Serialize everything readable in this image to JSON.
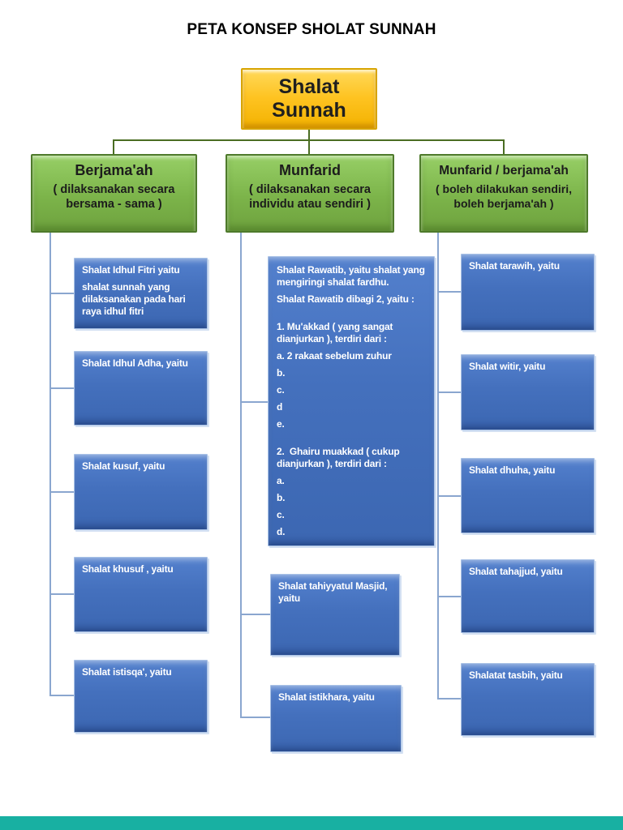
{
  "title": "PETA KONSEP SHOLAT SUNNAH",
  "colors": {
    "root_fill": "#FEC321",
    "root_border": "#D8A400",
    "branch_fill": "#7CB44A",
    "branch_border": "#4E7A2B",
    "leaf_fill": "#4472BD",
    "leaf_border": "#A9C2E6",
    "connector_green": "#4A6D22",
    "connector_blue": "#8AA6CF",
    "footer_bar": "#18B0A2",
    "text_dark": "#1C1C1C",
    "text_light": "#FFFFFF"
  },
  "root": {
    "label": "Shalat Sunnah"
  },
  "branches": [
    {
      "title": "Berjama'ah",
      "subtitle": "( dilaksanakan secara bersama - sama )"
    },
    {
      "title": "Munfarid",
      "subtitle": "( dilaksanakan secara individu atau sendiri )"
    },
    {
      "title": "Munfarid / berjama'ah",
      "subtitle": "( boleh dilakukan sendiri, boleh berjama'ah )"
    }
  ],
  "columns": [
    {
      "boxes": [
        {
          "lines": [
            "Shalat Idhul Fitri yaitu",
            "shalat sunnah yang dilaksanakan pada hari raya idhul fitri"
          ]
        },
        {
          "lines": [
            "Shalat Idhul Adha, yaitu"
          ]
        },
        {
          "lines": [
            "Shalat kusuf, yaitu"
          ]
        },
        {
          "lines": [
            "Shalat khusuf , yaitu"
          ]
        },
        {
          "lines": [
            "Shalat istisqa', yaitu"
          ]
        }
      ]
    },
    {
      "boxes": [
        {
          "lines": [
            "Shalat Rawatib, yaitu shalat yang mengiringi shalat fardhu.",
            "Shalat Rawatib dibagi 2, yaitu :",
            "",
            "1. Mu'akkad ( yang sangat dianjurkan ), terdiri dari :",
            "a. 2 rakaat sebelum zuhur",
            "b.",
            "c.",
            "d",
            "e.",
            "",
            "2.  Ghairu muakkad ( cukup dianjurkan ), terdiri dari :",
            "a.",
            "b.",
            "c.",
            "d."
          ]
        },
        {
          "lines": [
            "Shalat tahiyyatul Masjid, yaitu"
          ]
        },
        {
          "lines": [
            "Shalat istikhara, yaitu"
          ]
        }
      ]
    },
    {
      "boxes": [
        {
          "lines": [
            "Shalat tarawih, yaitu"
          ]
        },
        {
          "lines": [
            "Shalat witir, yaitu"
          ]
        },
        {
          "lines": [
            "Shalat dhuha, yaitu"
          ]
        },
        {
          "lines": [
            "Shalat tahajjud, yaitu"
          ]
        },
        {
          "lines": [
            "Shalatat tasbih, yaitu"
          ]
        }
      ]
    }
  ]
}
